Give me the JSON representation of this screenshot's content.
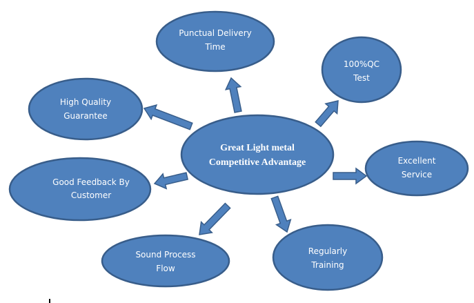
{
  "diagram": {
    "title": "Great Light metal Competitive Advantage",
    "colors": {
      "fill": "#4f81bd",
      "stroke": "#385d8a",
      "text": "#ffffff",
      "background": "#ffffff"
    },
    "center": {
      "lines": [
        "Great Light metal",
        "Competitive Advantage"
      ]
    },
    "nodes": [
      {
        "id": "punctual-delivery-time",
        "lines": [
          "Punctual Delivery",
          "Time"
        ]
      },
      {
        "id": "100-qc-test",
        "lines": [
          "100%QC",
          "Test"
        ]
      },
      {
        "id": "high-quality-guarantee",
        "lines": [
          "High Quality",
          "Guarantee"
        ]
      },
      {
        "id": "excellent-service",
        "lines": [
          "Excellent",
          "Service"
        ]
      },
      {
        "id": "good-feedback-by-customer",
        "lines": [
          "Good Feedback By",
          "Customer"
        ]
      },
      {
        "id": "sound-process-flow",
        "lines": [
          "Sound Process",
          "Flow"
        ]
      },
      {
        "id": "regularly-training",
        "lines": [
          "Regularly",
          "Training"
        ]
      }
    ],
    "edges": [
      {
        "from": "center",
        "to": "punctual-delivery-time",
        "type": "block-arrow"
      },
      {
        "from": "center",
        "to": "100-qc-test",
        "type": "block-arrow"
      },
      {
        "from": "center",
        "to": "high-quality-guarantee",
        "type": "block-arrow"
      },
      {
        "from": "center",
        "to": "excellent-service",
        "type": "block-arrow"
      },
      {
        "from": "center",
        "to": "good-feedback-by-customer",
        "type": "block-arrow"
      },
      {
        "from": "center",
        "to": "sound-process-flow",
        "type": "block-arrow"
      },
      {
        "from": "center",
        "to": "regularly-training",
        "type": "block-arrow"
      }
    ]
  }
}
